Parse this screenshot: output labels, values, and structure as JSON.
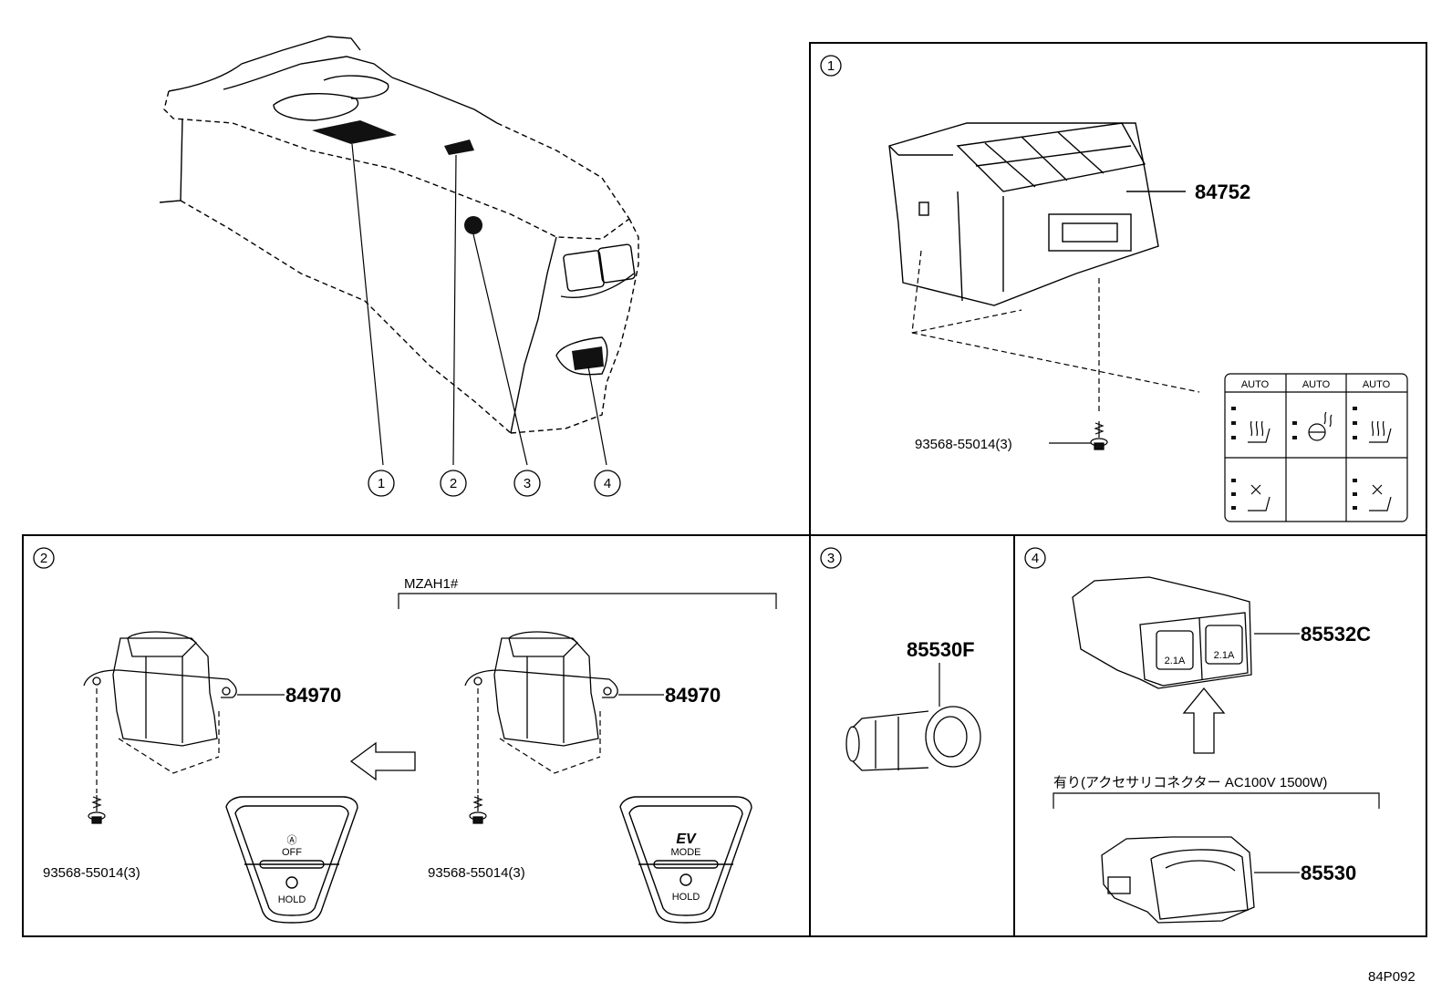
{
  "diagram_code": "84P092",
  "overview": {
    "callouts": [
      "1",
      "2",
      "3",
      "4"
    ]
  },
  "panel1": {
    "index": "1",
    "part_main": "84752",
    "screw": "93568-55014(3)",
    "button_grid": {
      "auto_labels": [
        "AUTO",
        "AUTO",
        "AUTO"
      ]
    }
  },
  "panel2": {
    "index": "2",
    "variant_label": "MZAH1#",
    "part_left": "84970",
    "part_right": "84970",
    "screw_left": "93568-55014(3)",
    "screw_right": "93568-55014(3)",
    "badge_left": {
      "top_icon": "Ⓐ",
      "top_text": "OFF",
      "bottom_text": "HOLD"
    },
    "badge_right": {
      "top_icon": "EV",
      "top_text": "MODE",
      "bottom_text": "HOLD"
    }
  },
  "panel3": {
    "index": "3",
    "part": "85530F"
  },
  "panel4": {
    "index": "4",
    "part_top": "85532C",
    "condition": "有り(アクセサリコネクター AC100V 1500W)",
    "part_bottom": "85530",
    "port_labels": [
      "2.1A",
      "2.1A"
    ]
  },
  "colors": {
    "line": "#000000",
    "fill_dark": "#111111",
    "background": "#ffffff"
  }
}
